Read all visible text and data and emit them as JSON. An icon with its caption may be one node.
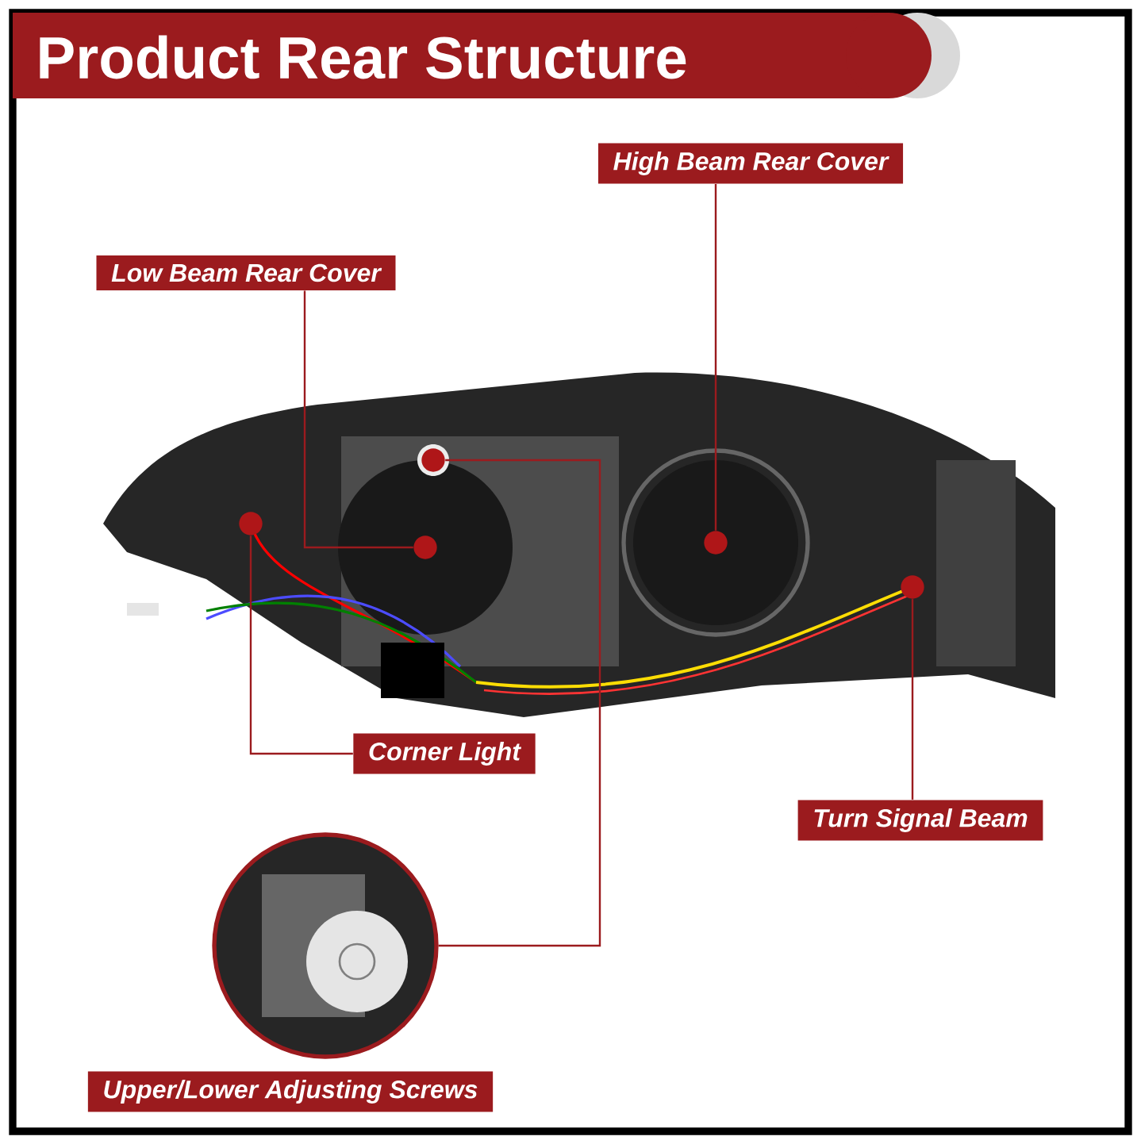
{
  "diagram": {
    "title": "Product Rear Structure",
    "nodes": [
      {
        "text": [
          "Low Beam Rear Cover"
        ]
      },
      {
        "text": [
          "High Beam Rear Cover"
        ]
      },
      {
        "text": [
          "Corner Light"
        ]
      },
      {
        "text": [
          "Turn Signal Beam"
        ]
      },
      {
        "text": [
          "Upper/Lower Adjusting Screws"
        ]
      },
      {
        "text": [],
        "shape": "circle"
      },
      {
        "text": [],
        "shape": "circle"
      },
      {
        "text": [],
        "shape": "circle"
      },
      {
        "text": [],
        "shape": "circle"
      },
      {
        "text": [],
        "shape": "circle"
      },
      {
        "text": [],
        "shape": "picture"
      }
    ],
    "edges": [
      {
        "from": 0,
        "to": 5,
        "arrow": "none"
      },
      {
        "from": 1,
        "to": 6,
        "arrow": "none"
      },
      {
        "from": 2,
        "to": 7,
        "arrow": "none"
      },
      {
        "from": 3,
        "to": 8,
        "arrow": "none"
      },
      {
        "from": 10,
        "to": 9,
        "arrow": "none"
      }
    ]
  }
}
